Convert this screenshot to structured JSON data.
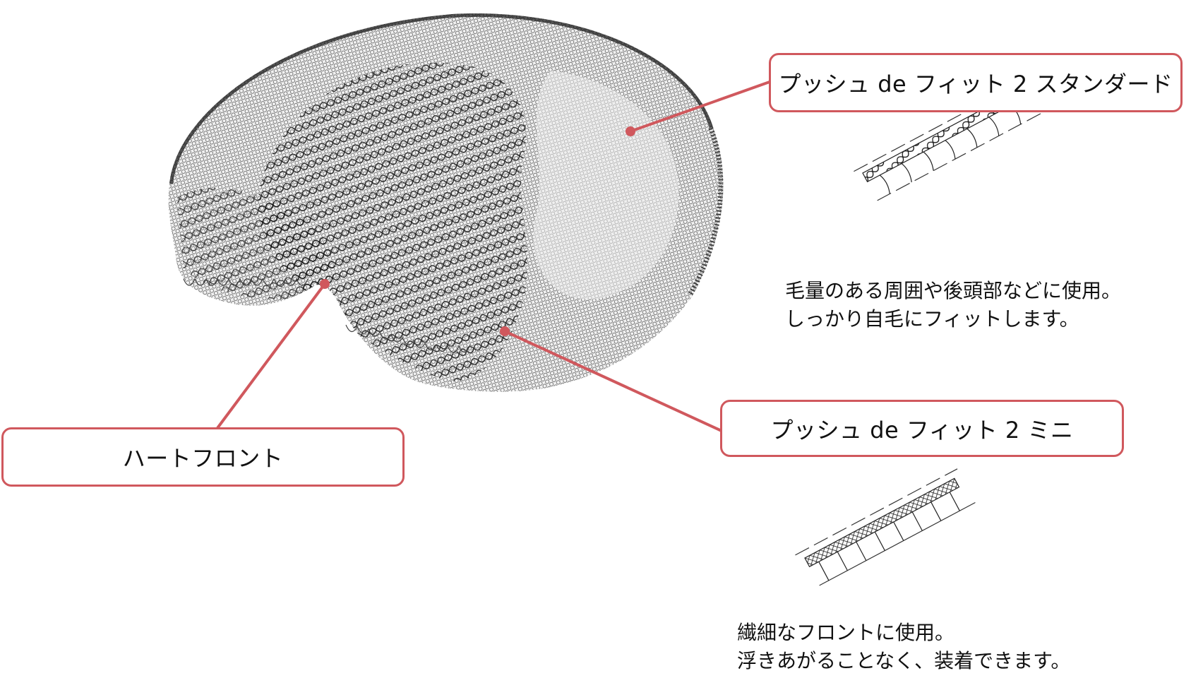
{
  "colors": {
    "accent": "#d0585d",
    "text": "#111111",
    "mesh": "#1a1a1a"
  },
  "callouts": {
    "standard": {
      "label": "プッシュ de フィット 2 スタンダード"
    },
    "mini": {
      "label": "プッシュ de フィット 2 ミニ"
    },
    "heart_front": {
      "label": "ハートフロント"
    }
  },
  "descriptions": {
    "standard": {
      "line1": "毛量のある周囲や後頭部などに使用。",
      "line2": "しっかり自毛にフィットします。"
    },
    "mini": {
      "line1": "繊細なフロントに使用。",
      "line2": "浮きあがることなく、装着できます。"
    }
  },
  "illustrations": {
    "main": "hairpiece-mesh-base",
    "standard_strip": "standard-mesh-strip",
    "mini_strip": "mini-mesh-strip"
  }
}
